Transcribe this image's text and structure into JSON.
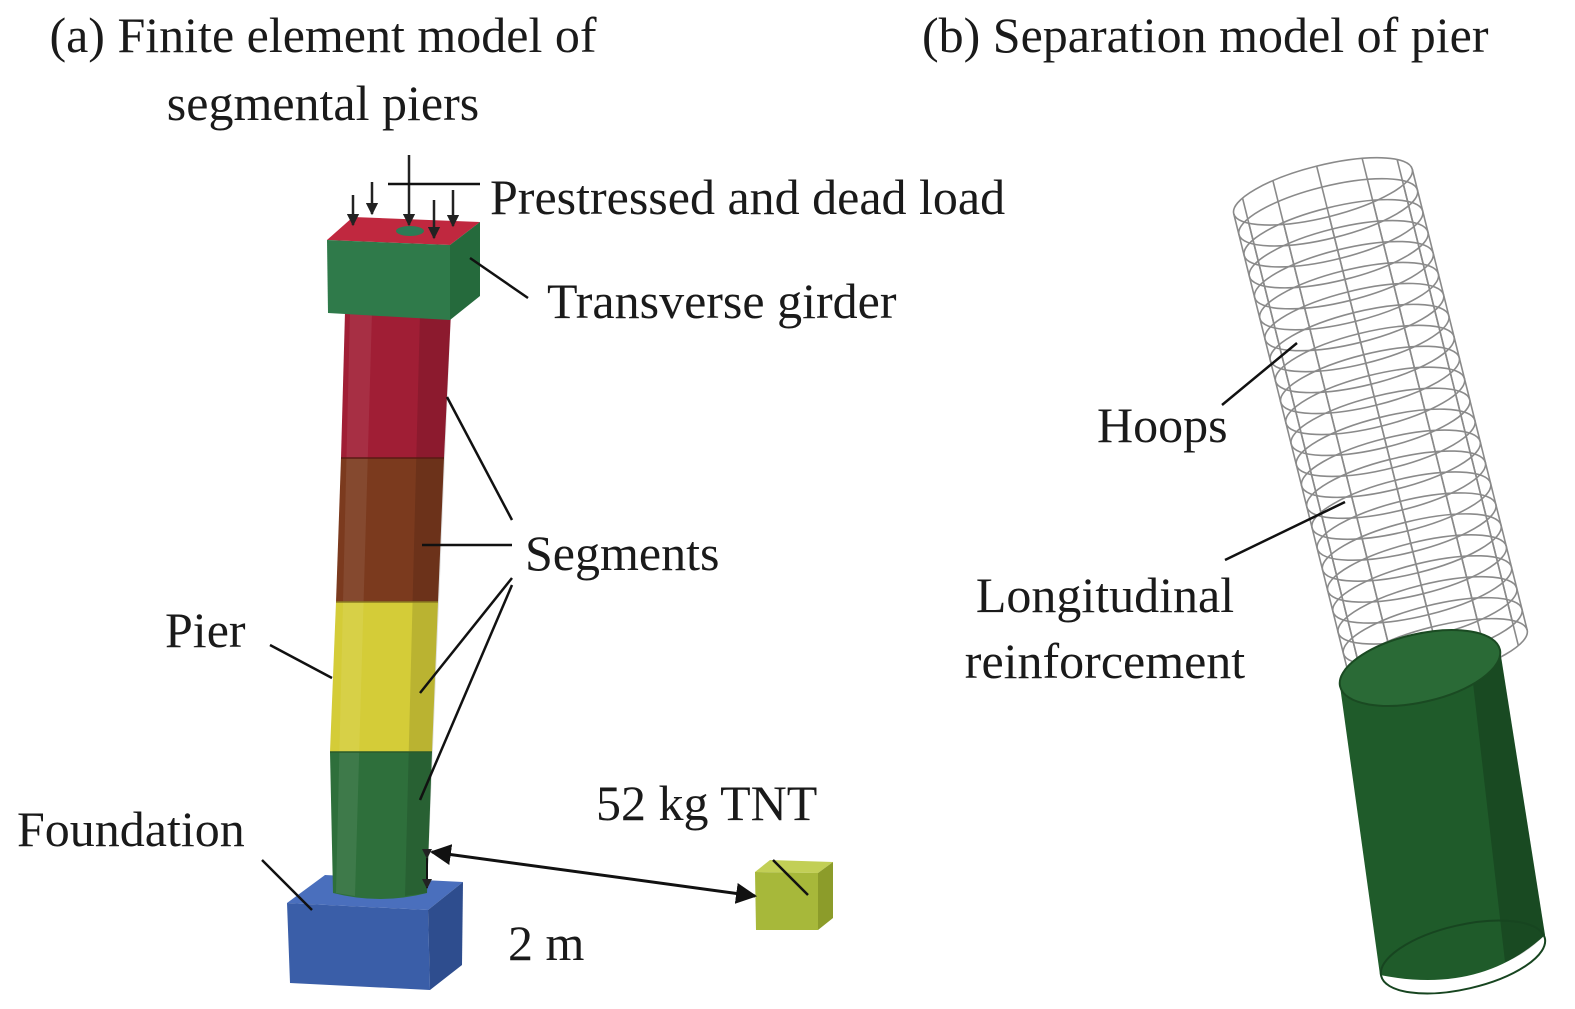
{
  "panel_a": {
    "title_line1": "(a) Finite element model of",
    "title_line2": "segmental piers",
    "labels": {
      "load": "Prestressed and dead load",
      "girder": "Transverse girder",
      "segments": "Segments",
      "pier": "Pier",
      "foundation": "Foundation",
      "tnt": "52 kg TNT",
      "distance": "2 m"
    }
  },
  "panel_b": {
    "title": "(b) Separation model of pier",
    "labels": {
      "hoops": "Hoops",
      "longitudinal_line1": "Longitudinal",
      "longitudinal_line2": "reinforcement"
    }
  },
  "colors": {
    "girder_top": "#c0283f",
    "girder_side": "#2f7a4a",
    "segment_1": "#a01e35",
    "segment_2": "#7b3a1e",
    "segment_3": "#d4cc38",
    "segment_4": "#2e6f3b",
    "foundation": "#3a5ea8",
    "tnt": "#a7b83a",
    "concrete_core": "#1f5b2a",
    "rebar_cage": "#8a8a8a"
  }
}
